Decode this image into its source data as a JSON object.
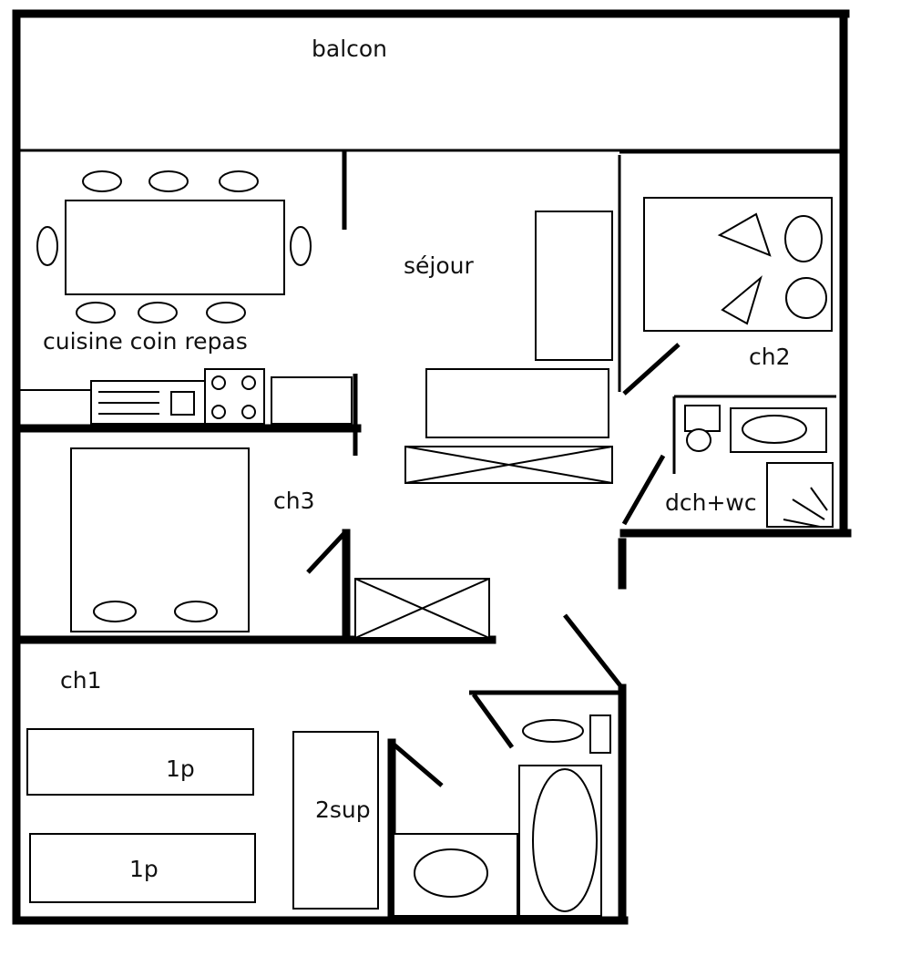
{
  "title": "Floor plan",
  "rooms": {
    "balcon": "balcon",
    "sejour": "séjour",
    "cuisine": "cuisine coin repas",
    "ch2": "ch2",
    "ch3": "ch3",
    "dchwc": "dch+wc",
    "ch1": "ch1",
    "bed1": "1p",
    "bed2": "1p",
    "bed3": "2sup"
  }
}
